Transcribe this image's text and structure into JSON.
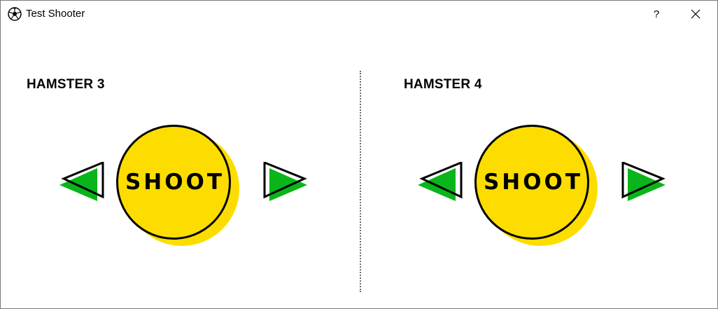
{
  "window": {
    "title": "Test Shooter",
    "app_icon": "soccer-ball-icon",
    "help_label": "?",
    "close_icon": "close-icon"
  },
  "players": [
    {
      "name": "HAMSTER 3",
      "shoot_label": "SHOOT",
      "left_icon": "arrow-left-icon",
      "right_icon": "arrow-right-icon"
    },
    {
      "name": "HAMSTER 4",
      "shoot_label": "SHOOT",
      "left_icon": "arrow-left-icon",
      "right_icon": "arrow-right-icon"
    }
  ],
  "colors": {
    "shoot_yellow": "#fddd00",
    "arrow_green": "#09b51a",
    "outline": "#000000"
  }
}
